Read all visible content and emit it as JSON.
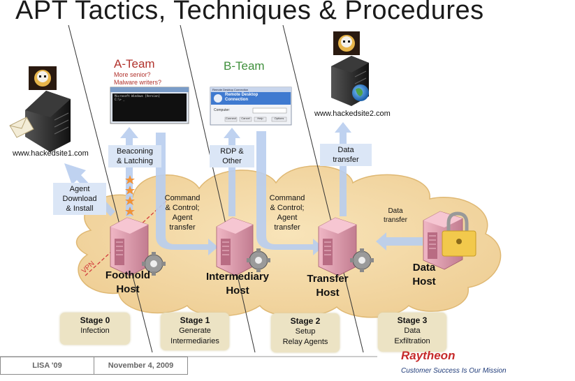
{
  "title": "APT Tactics, Techniques & Procedures",
  "sites": {
    "left": "www.hackedsite1.com",
    "right": "www.hackedsite2.com"
  },
  "teams": {
    "a_label": "A-Team",
    "a_notes": [
      "More senior?",
      "Malware writers?"
    ],
    "b_label": "B-Team"
  },
  "terminal_text": [
    "Microsoft Windows [Version]",
    "C:\\> _"
  ],
  "rdp_window": {
    "title": "Remote Desktop Connection",
    "heading": "Remote Desktop",
    "heading2": "Connection",
    "field_label": "Computer:",
    "buttons": [
      "Connect",
      "Cancel",
      "Help",
      "Options"
    ]
  },
  "labels": {
    "agent_download": [
      "Agent",
      "Download",
      "& Install"
    ],
    "beaconing": [
      "Beaconing",
      "& Latching"
    ],
    "cc1": [
      "Command",
      "& Control;",
      "Agent",
      "transfer"
    ],
    "rdp": [
      "RDP &",
      "Other"
    ],
    "cc2": [
      "Command",
      "& Control;",
      "Agent",
      "transfer"
    ],
    "data_transfer_up": [
      "Data",
      "transfer"
    ],
    "data_transfer_in": [
      "Data",
      "transfer"
    ],
    "vpn": "VPN"
  },
  "hosts": [
    {
      "line1": "Foothold",
      "line2": "Host"
    },
    {
      "line1": "Intermediary",
      "line2": "Host"
    },
    {
      "line1": "Transfer",
      "line2": "Host"
    },
    {
      "line1": "Data",
      "line2": "Host"
    }
  ],
  "stages": [
    {
      "title": "Stage 0",
      "lines": [
        "Infection"
      ]
    },
    {
      "title": "Stage 1",
      "lines": [
        "Generate",
        "Intermediaries"
      ]
    },
    {
      "title": "Stage 2",
      "lines": [
        "Setup",
        "Relay Agents"
      ]
    },
    {
      "title": "Stage 3",
      "lines": [
        "Data",
        "Exfiltration"
      ]
    }
  ],
  "footer": {
    "left": "LISA '09",
    "date": "November 4, 2009",
    "brand": "Raytheon",
    "slogan": "Customer Success Is Our Mission"
  },
  "colors": {
    "arrow": "#b8cdee",
    "arrow_dark": "#8fb0e3",
    "cloud": "#f6dcaa",
    "server": "#e7a1b3",
    "server_dark": "#c47a8e",
    "stage": "#ece3c4",
    "a_team": "#b1322c",
    "b_team": "#3f8f3c",
    "brand": "#c62a2a"
  }
}
